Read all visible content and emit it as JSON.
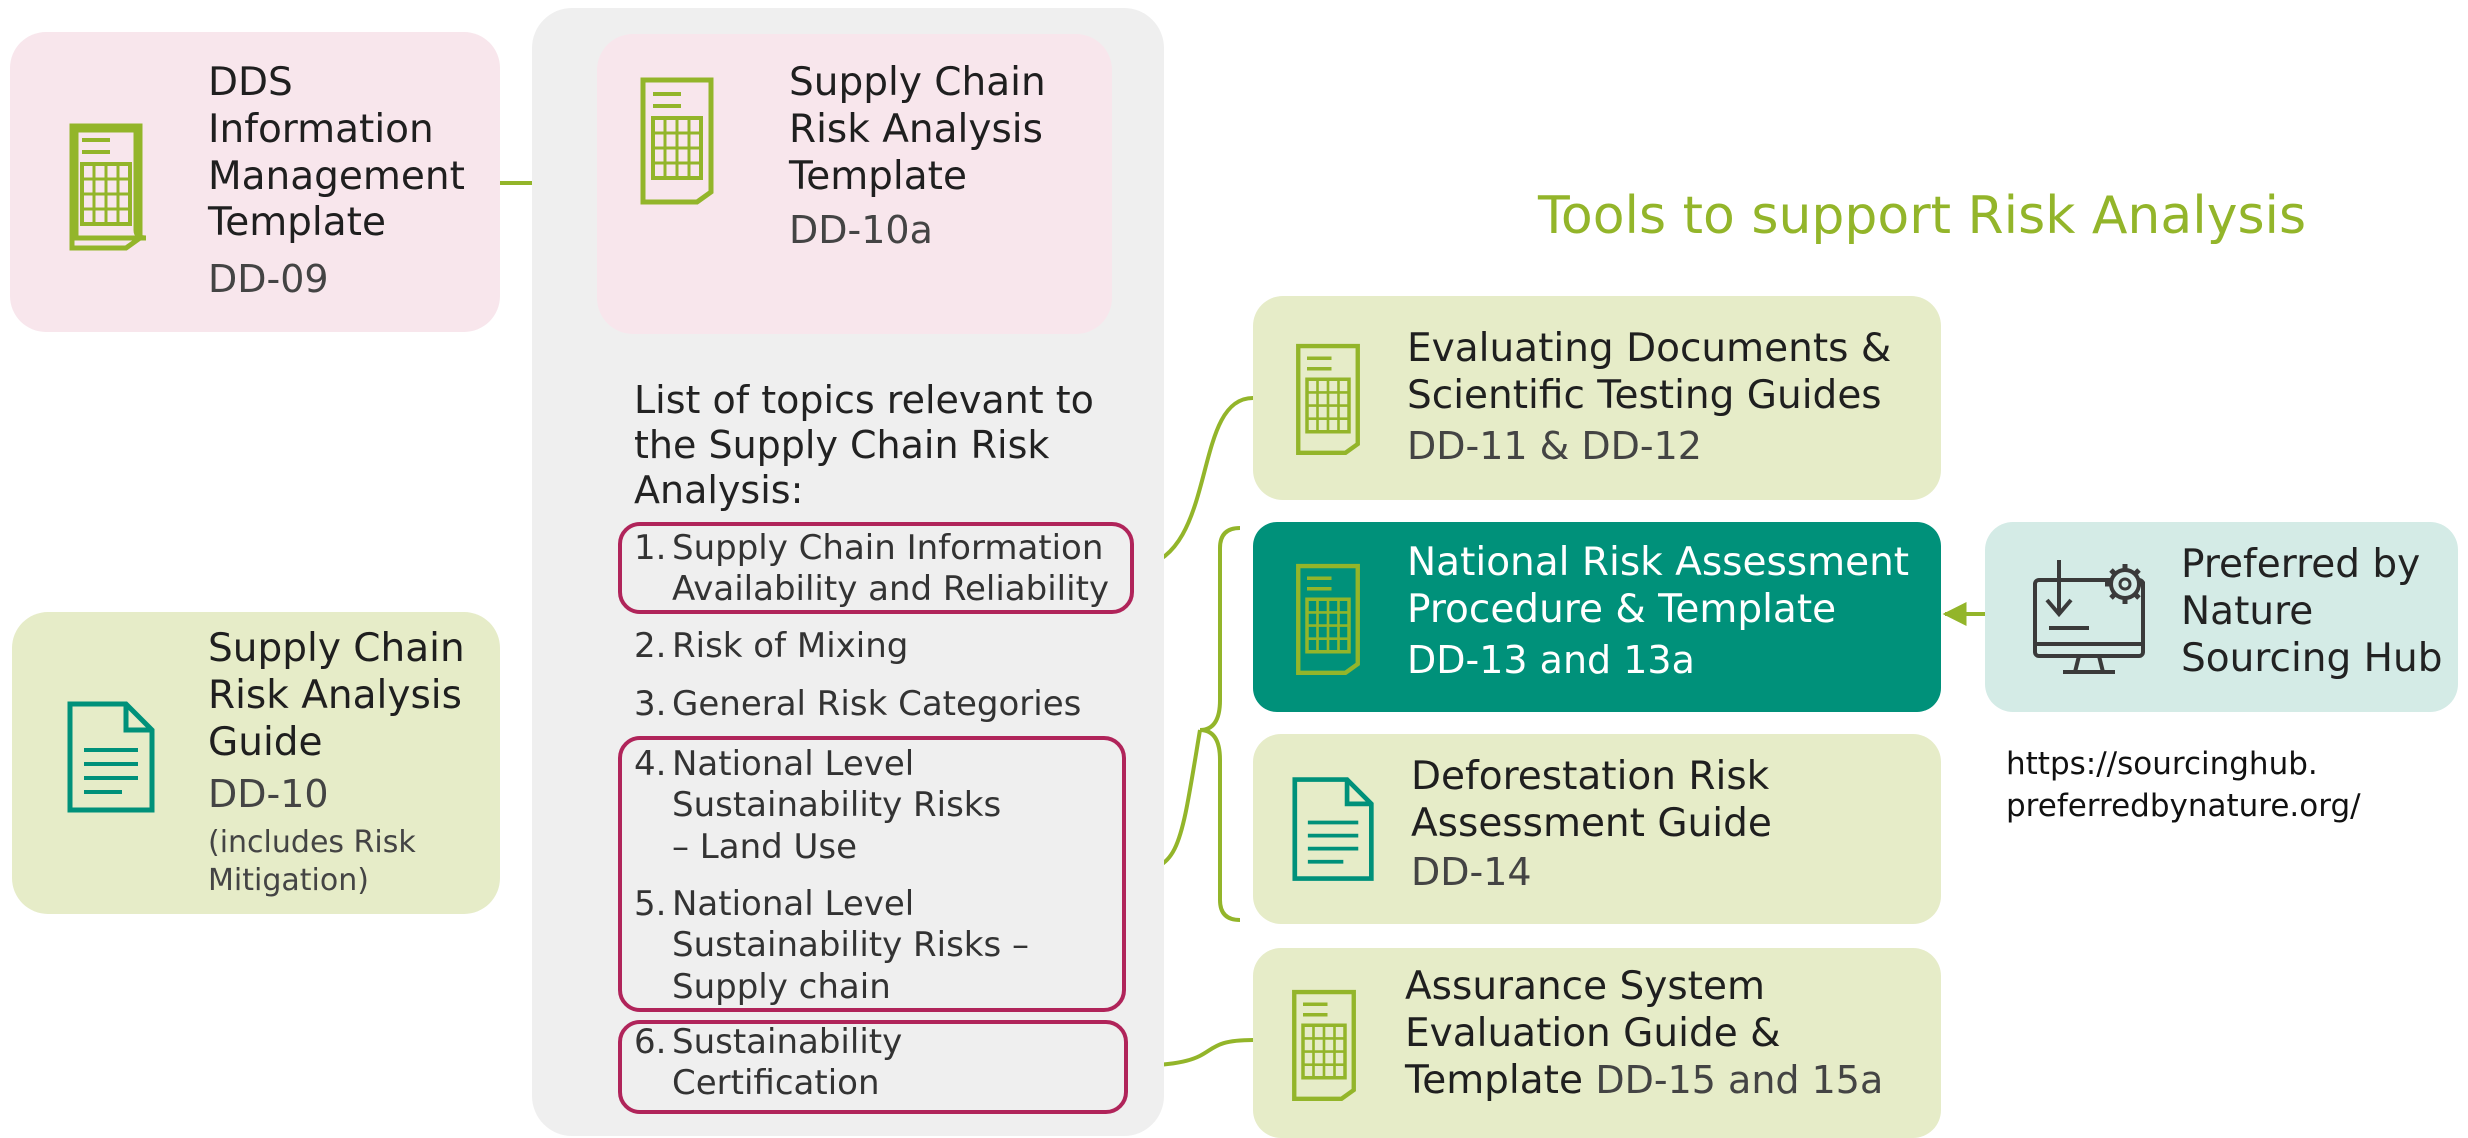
{
  "header": "Tools to support Risk Analysis",
  "dds": {
    "title": "DDS Information Management Template",
    "code": "DD-09"
  },
  "scra_template": {
    "title": "Supply Chain Risk Analysis Template",
    "code": "DD-10a"
  },
  "scra_guide": {
    "title": "Supply Chain Risk Analysis Guide",
    "code": "DD-10",
    "note": "(includes Risk Mitigation)"
  },
  "topics_heading": "List of topics relevant to the Supply Chain Risk Analysis:",
  "topics": [
    {
      "num": "1.",
      "text": "Supply Chain Information Availability and Reliability"
    },
    {
      "num": "2.",
      "text": "Risk of Mixing"
    },
    {
      "num": "3.",
      "text": "General Risk Categories"
    },
    {
      "num": "4.",
      "text": "National Level Sustainability Risks – Land Use"
    },
    {
      "num": "5.",
      "text": "National Level Sustainability Risks – Supply chain"
    },
    {
      "num": "6.",
      "text": "Sustainability Certification"
    }
  ],
  "tools": [
    {
      "title": "Evaluating Documents & Scientific Testing Guides",
      "code": "DD-11 & DD-12"
    },
    {
      "title": "National Risk Assessment Procedure & Template",
      "code": "DD-13 and 13a"
    },
    {
      "title": "Deforestation Risk Assessment Guide",
      "code": "DD-14"
    },
    {
      "title": "Assurance System Evaluation Guide & Template",
      "code": "DD-15 and 15a"
    }
  ],
  "hub": {
    "title": "Preferred by Nature Sourcing Hub",
    "url": "https://sourcinghub. preferredbynature.org/"
  },
  "colors": {
    "pink": "#f8e6ec",
    "light_green": "#e6ecc8",
    "dark_green": "#00917a",
    "teal": "#d4ebe6",
    "accent": "#93b52a",
    "highlight": "#b0245a"
  },
  "icons": {
    "spreadsheet": "spreadsheet-document-icon",
    "document": "text-document-icon",
    "computer": "computer-download-gear-icon"
  }
}
